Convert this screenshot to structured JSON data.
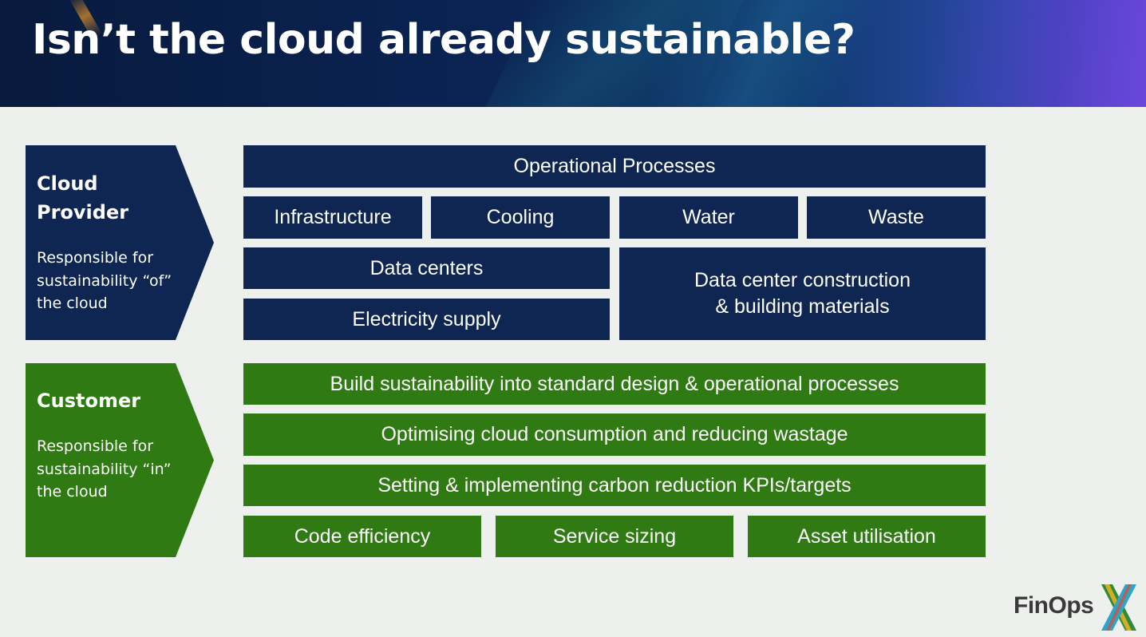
{
  "title": "Isn’t the cloud already sustainable?",
  "provider": {
    "heading": "Cloud Provider",
    "description": "Responsible for sustainability “of” the cloud",
    "boxes": {
      "operational": "Operational Processes",
      "infrastructure": "Infrastructure",
      "cooling": "Cooling",
      "water": "Water",
      "waste": "Waste",
      "data_centers": "Data centers",
      "electricity": "Electricity supply",
      "construction_line1": "Data center construction",
      "construction_line2": "& building materials"
    }
  },
  "customer": {
    "heading": "Customer",
    "description": "Responsible for sustainability “in” the cloud",
    "boxes": {
      "build": "Build sustainability into standard design & operational processes",
      "optimising": "Optimising cloud consumption and reducing wastage",
      "setting": "Setting & implementing carbon reduction KPIs/targets",
      "code": "Code efficiency",
      "sizing": "Service sizing",
      "asset": "Asset utilisation"
    }
  },
  "logo": {
    "text": "FinOps",
    "mark": "X"
  },
  "colors": {
    "navy": "#0f2653",
    "green": "#2f7a12",
    "background": "#eef0ee"
  }
}
